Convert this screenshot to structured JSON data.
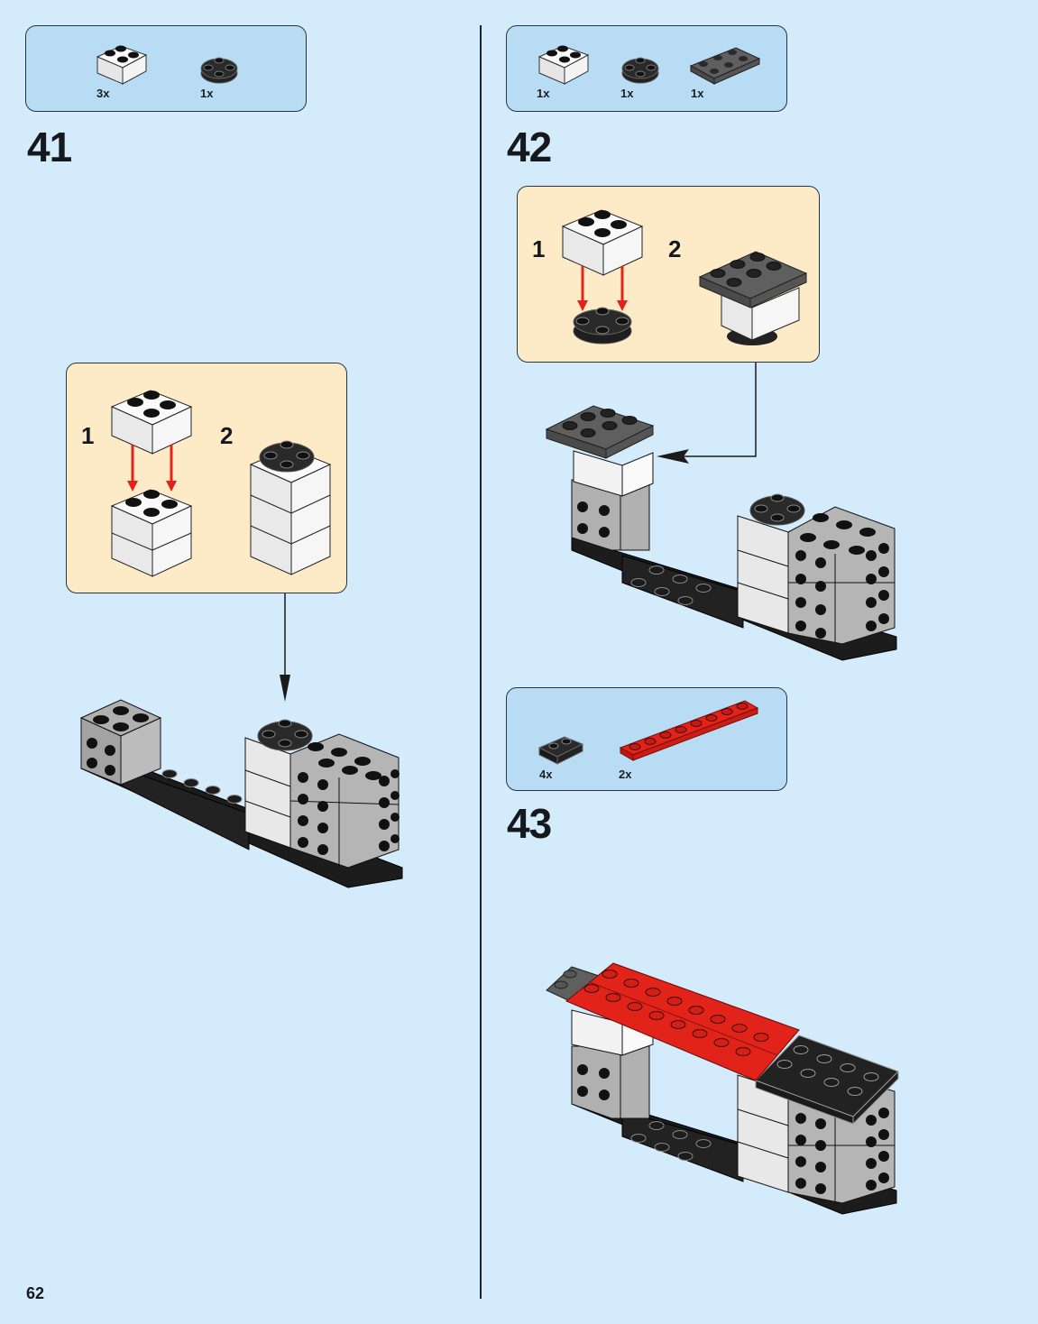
{
  "page": {
    "page_number": "62",
    "colors": {
      "background": "#d3ebfb",
      "parts_box": "#b9dcf5",
      "sub_box": "#fdebc8",
      "brick_white": "#f2f2f2",
      "brick_light_gray": "#a9a9a9",
      "brick_dark_gray": "#5b5b5b",
      "brick_black": "#1c1c1c",
      "brick_red": "#e2231a",
      "arrow_red": "#e2231a"
    }
  },
  "steps": [
    {
      "number": "41",
      "parts": [
        {
          "part": "brick-2x2-white",
          "qty": "3x"
        },
        {
          "part": "round-plate-2x2-black",
          "qty": "1x"
        }
      ],
      "substeps": [
        {
          "number": "1"
        },
        {
          "number": "2"
        }
      ]
    },
    {
      "number": "42",
      "parts": [
        {
          "part": "brick-2x2-white",
          "qty": "1x"
        },
        {
          "part": "round-plate-2x2-black",
          "qty": "1x"
        },
        {
          "part": "plate-2x3-dark-gray",
          "qty": "1x"
        }
      ],
      "substeps": [
        {
          "number": "1"
        },
        {
          "number": "2"
        }
      ]
    },
    {
      "number": "43",
      "parts": [
        {
          "part": "plate-1x2-grille-black",
          "qty": "4x"
        },
        {
          "part": "plate-1x8-rail-red",
          "qty": "2x"
        }
      ]
    }
  ]
}
